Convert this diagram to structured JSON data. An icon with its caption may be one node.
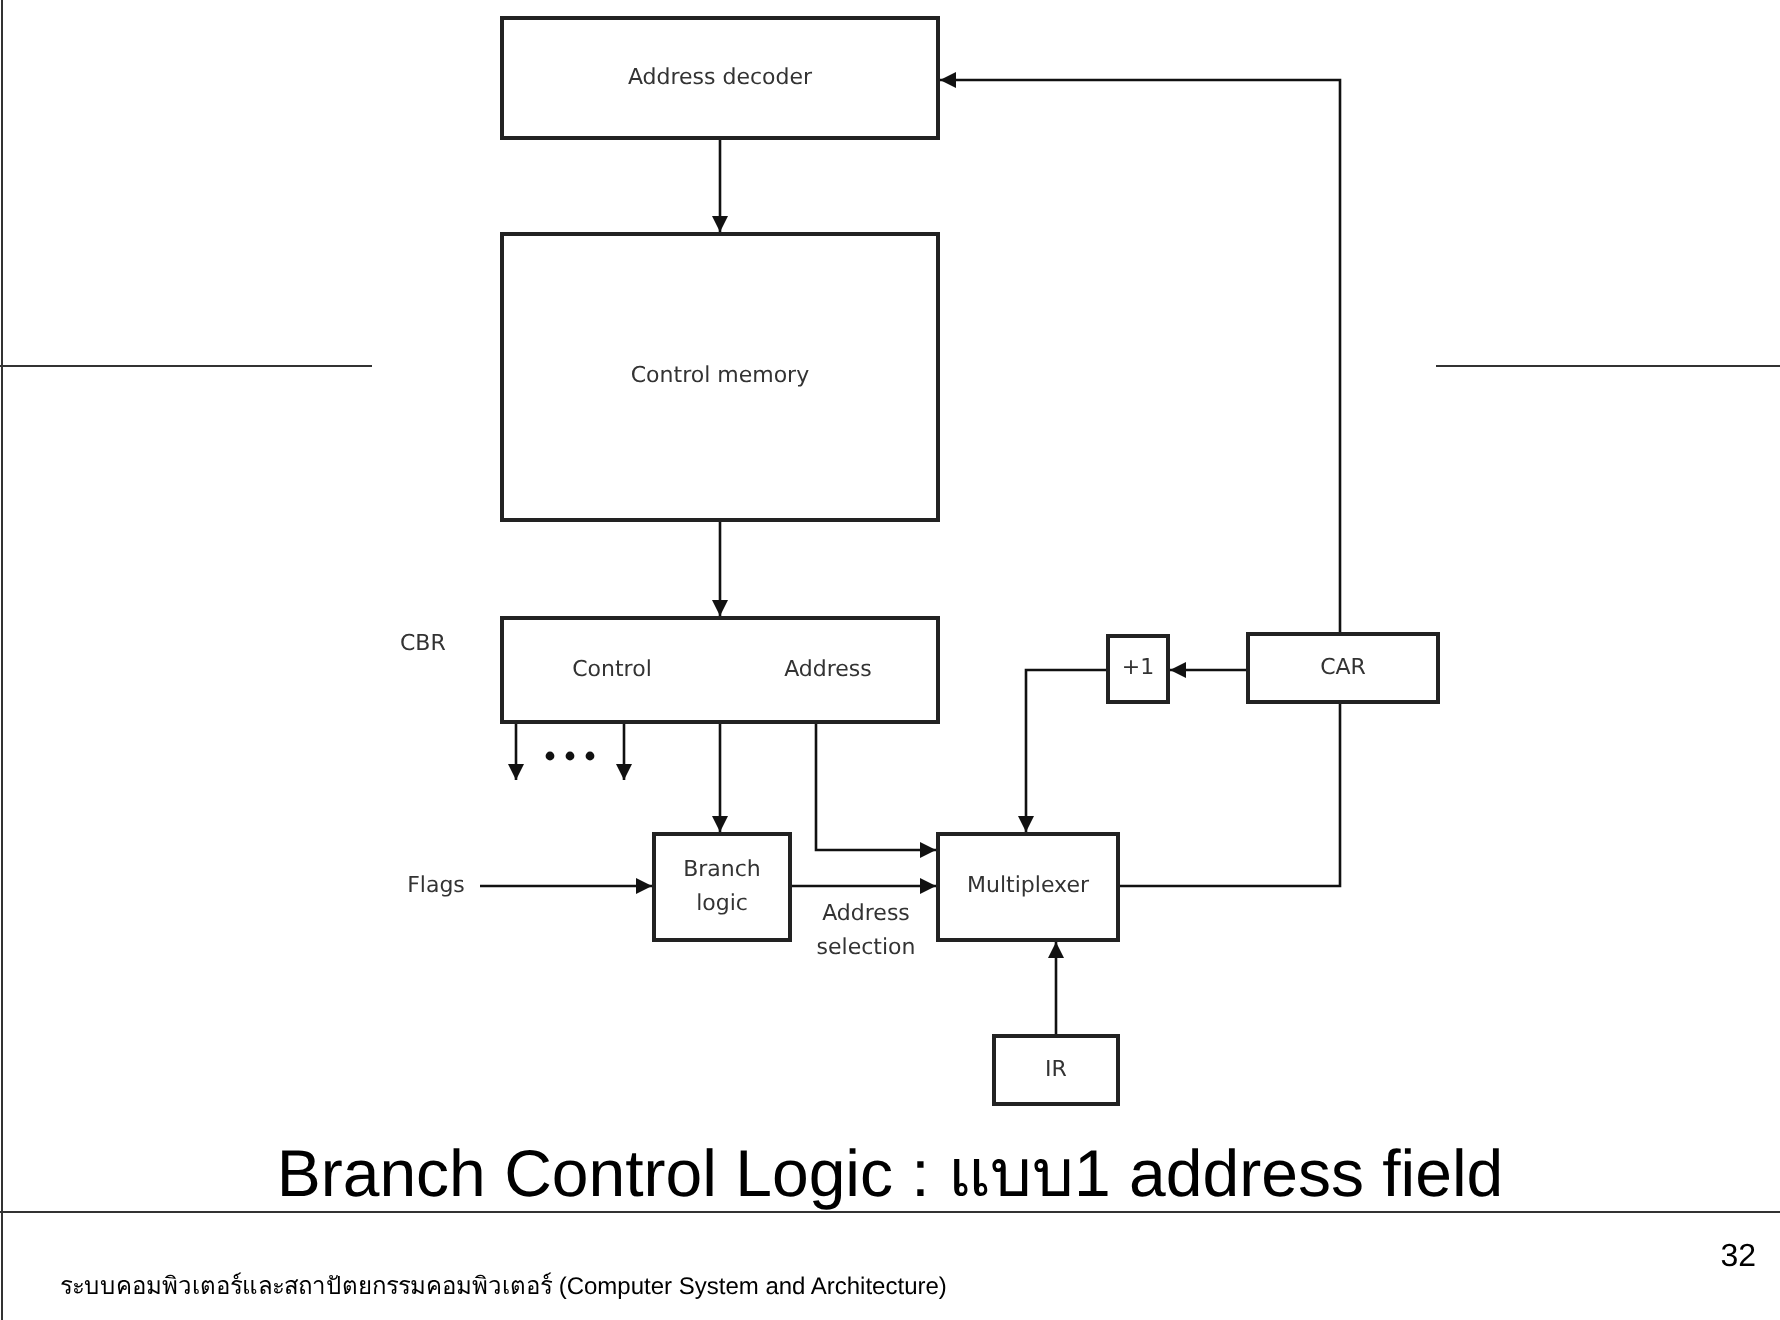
{
  "diagram": {
    "title": "Branch Control Logic : แบบ1 address field",
    "nodes": [
      {
        "text": [
          "Address decoder"
        ]
      },
      {
        "text": [
          "Control memory"
        ]
      },
      {
        "text": [
          "Control",
          "Address"
        ],
        "beside": [
          "CBR"
        ]
      },
      {
        "text": [
          "+1"
        ]
      },
      {
        "text": [
          "CAR"
        ]
      },
      {
        "text": [
          "Branch logic"
        ]
      },
      {
        "text": [
          "Multiplexer"
        ]
      },
      {
        "text": [
          "IR"
        ]
      },
      {
        "text": [
          "Flags"
        ]
      }
    ],
    "edges": [
      {
        "from": 0,
        "to": 1,
        "arrow": "to"
      },
      {
        "from": 1,
        "to": 2,
        "arrow": "to"
      },
      {
        "from": 2,
        "to": 5,
        "arrow": "to"
      },
      {
        "from": 2,
        "to": null,
        "arrow": "to"
      },
      {
        "from": 2,
        "to": null,
        "arrow": "to"
      },
      {
        "from": 2,
        "to": 6,
        "arrow": "to"
      },
      {
        "from": 8,
        "to": 5,
        "arrow": "to"
      },
      {
        "from": 5,
        "to": 6,
        "arrow": "to",
        "label": "Address selection"
      },
      {
        "from": 4,
        "to": 3,
        "arrow": "to"
      },
      {
        "from": 3,
        "to": 6,
        "arrow": "to"
      },
      {
        "from": 7,
        "to": 6,
        "arrow": "to"
      },
      {
        "from": 6,
        "to": 4,
        "arrow": "none"
      },
      {
        "from": 4,
        "to": 0,
        "arrow": "to"
      }
    ],
    "labels": [
      "ระบบคอมพิวเตอร์และสถาปัตยกรรมคอมพิวเตอร์ (Computer System and  Architecture)",
      "32"
    ]
  }
}
